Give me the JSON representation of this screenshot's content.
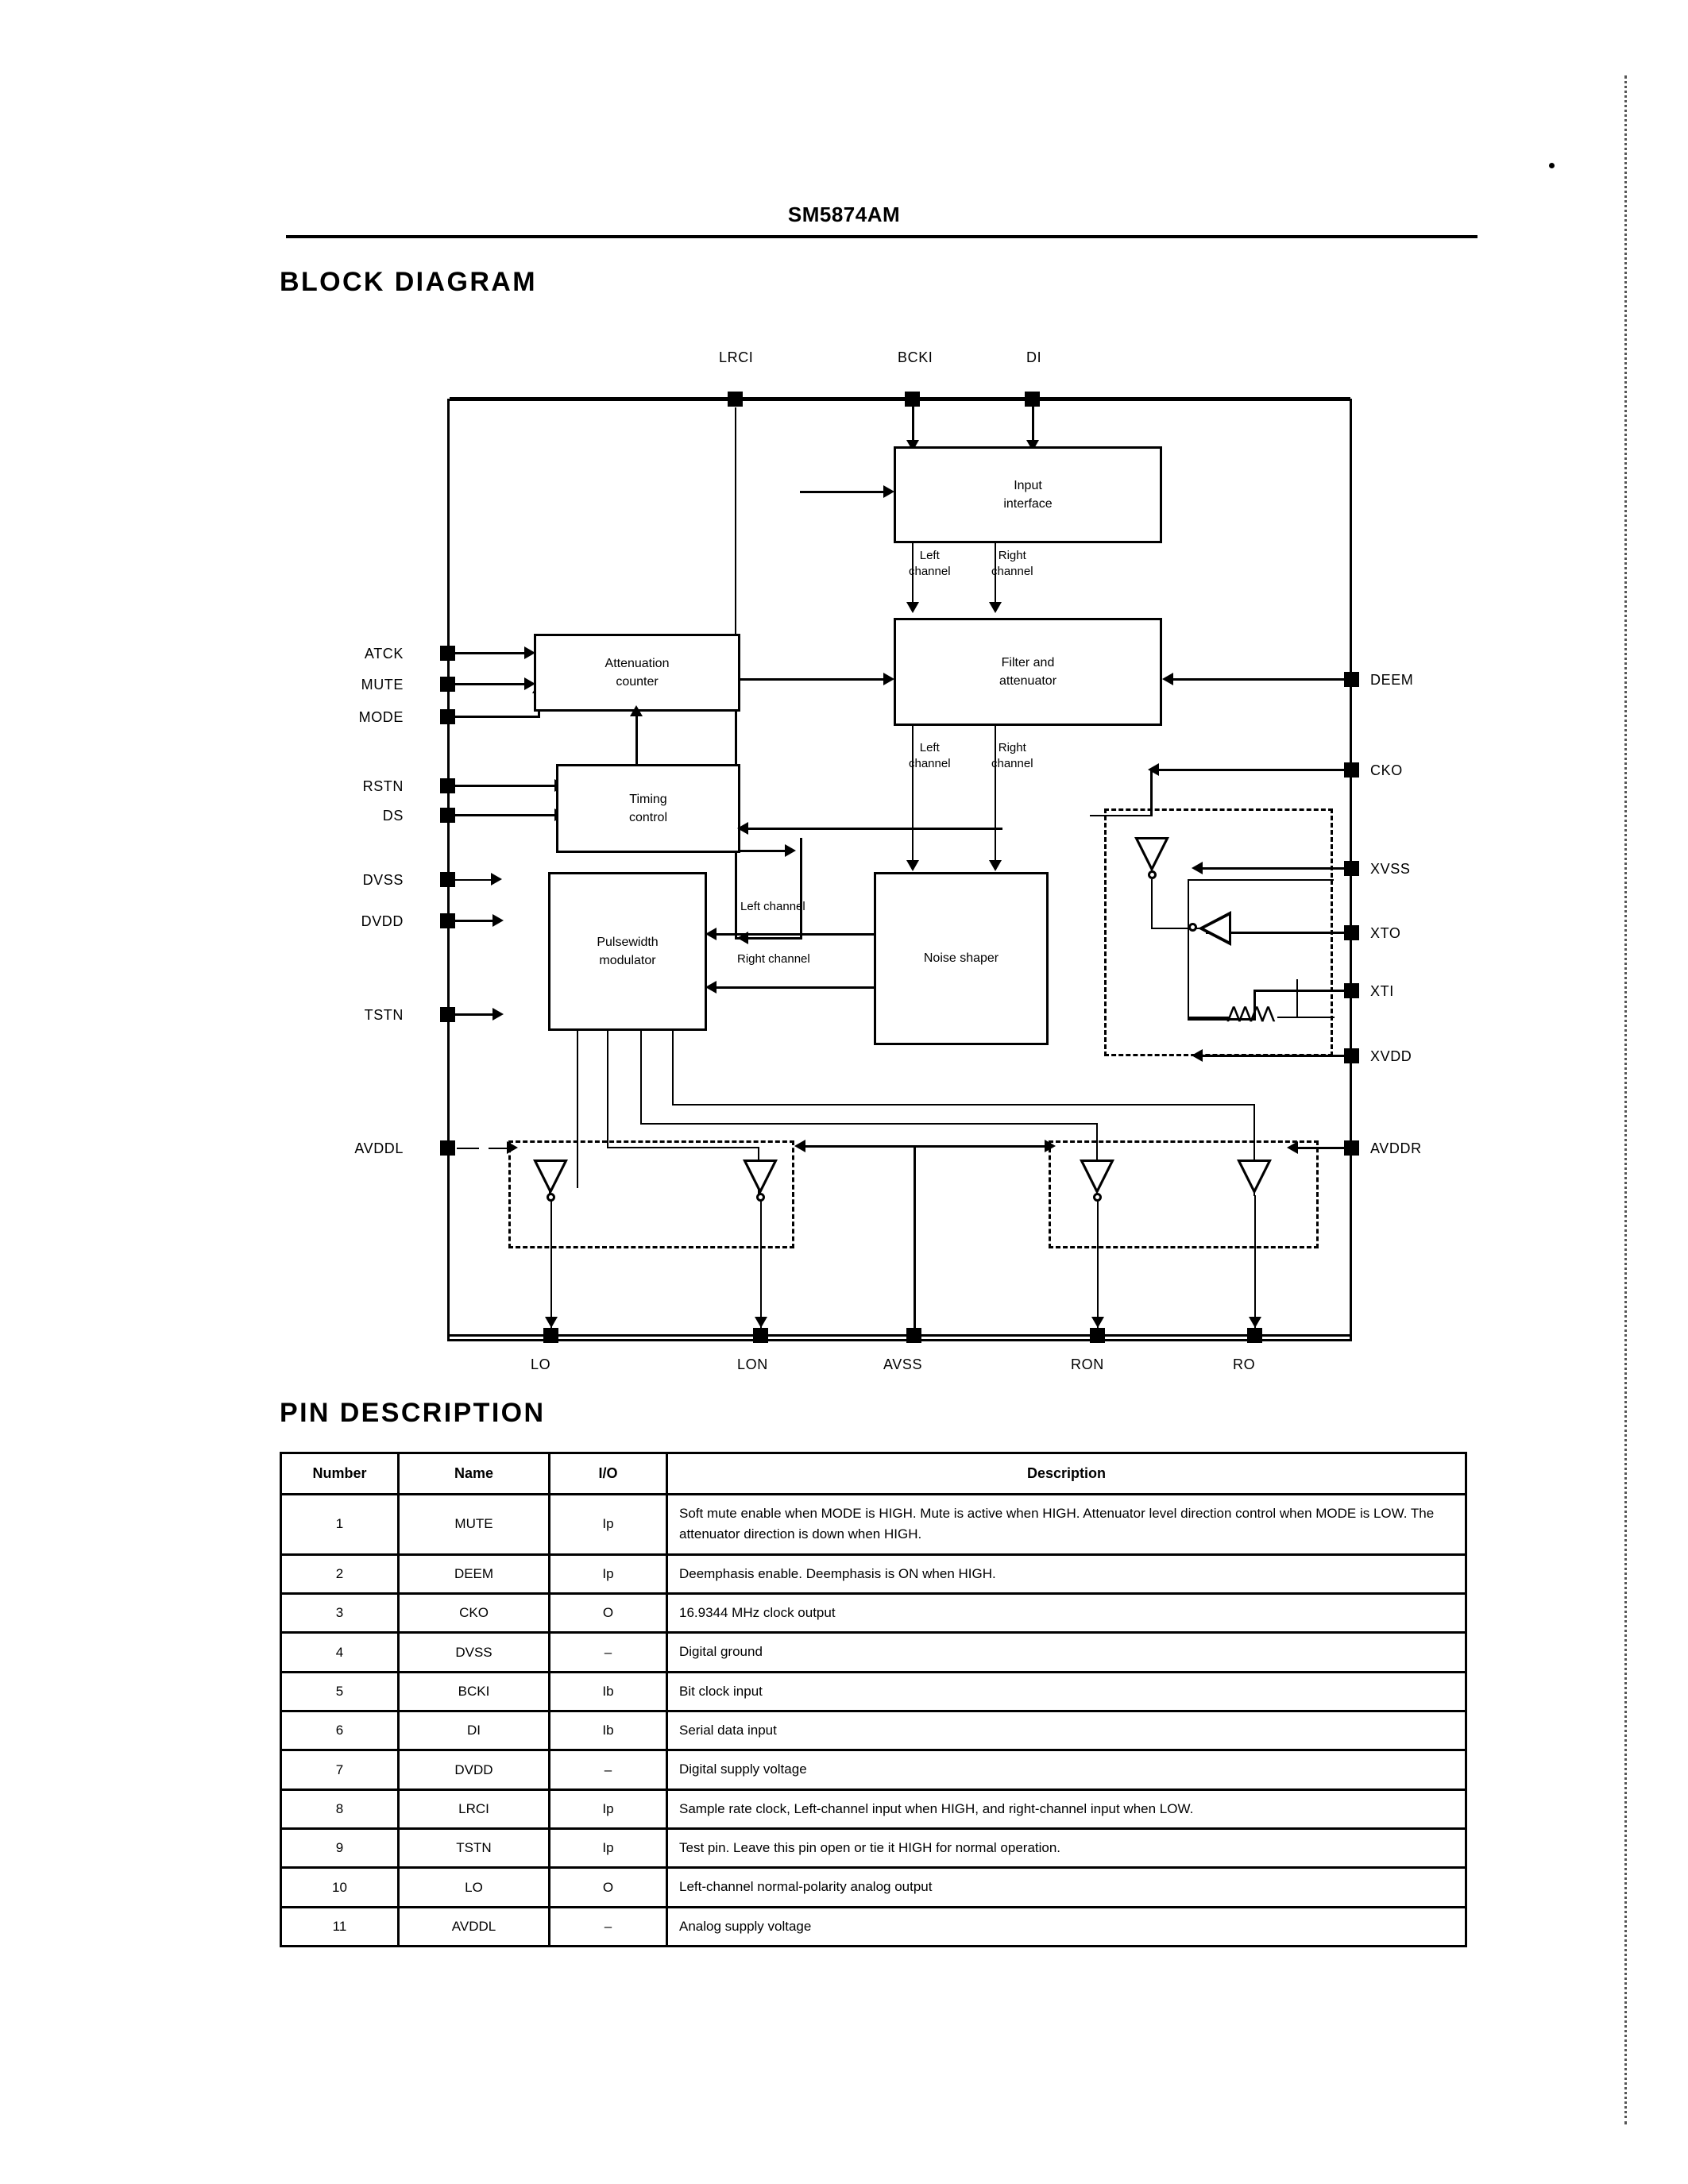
{
  "header": {
    "part_number": "SM5874AM"
  },
  "sections": {
    "block_diagram": "BLOCK DIAGRAM",
    "pin_description": "PIN DESCRIPTION"
  },
  "block_diagram": {
    "blocks": [
      {
        "id": "input-interface",
        "line1": "Input",
        "line2": "interface"
      },
      {
        "id": "attenuation-counter",
        "line1": "Attenuation",
        "line2": "counter"
      },
      {
        "id": "timing-control",
        "line1": "Timing",
        "line2": "control"
      },
      {
        "id": "filter-attenuator",
        "line1": "Filter and",
        "line2": "attenuator"
      },
      {
        "id": "pulsewidth-modulator",
        "line1": "Pulsewidth",
        "line2": "modulator"
      },
      {
        "id": "noise-shaper",
        "line1": "Noise shaper",
        "line2": ""
      }
    ],
    "pins_top": [
      "LRCI",
      "BCKI",
      "DI"
    ],
    "pins_left": [
      "ATCK",
      "MUTE",
      "MODE",
      "RSTN",
      "DS",
      "DVSS",
      "DVDD",
      "TSTN",
      "AVDDL"
    ],
    "pins_right": [
      "DEEM",
      "CKO",
      "XVSS",
      "XTO",
      "XTI",
      "XVDD",
      "AVDDR"
    ],
    "pins_bottom": [
      "LO",
      "LON",
      "AVSS",
      "RON",
      "RO"
    ],
    "wire_labels": {
      "left_channel": "Left",
      "right_channel": "Right",
      "channel": "channel",
      "left_channel_inline": "Left channel",
      "right_channel_inline": "Right channel"
    }
  },
  "pin_table": {
    "columns": [
      "Number",
      "Name",
      "I/O",
      "Description"
    ],
    "rows": [
      {
        "number": "1",
        "name": "MUTE",
        "io": "Ip",
        "description": "Soft mute enable when MODE is HIGH. Mute is active when HIGH. Attenuator level direction control when MODE is LOW. The attenuator direction is down when HIGH."
      },
      {
        "number": "2",
        "name": "DEEM",
        "io": "Ip",
        "description": "Deemphasis enable. Deemphasis is ON when HIGH."
      },
      {
        "number": "3",
        "name": "CKO",
        "io": "O",
        "description": "16.9344 MHz clock output"
      },
      {
        "number": "4",
        "name": "DVSS",
        "io": "–",
        "description": "Digital ground"
      },
      {
        "number": "5",
        "name": "BCKI",
        "io": "Ib",
        "description": "Bit clock input"
      },
      {
        "number": "6",
        "name": "DI",
        "io": "Ib",
        "description": "Serial data input"
      },
      {
        "number": "7",
        "name": "DVDD",
        "io": "–",
        "description": "Digital supply voltage"
      },
      {
        "number": "8",
        "name": "LRCI",
        "io": "Ip",
        "description": "Sample rate clock, Left-channel input when HIGH, and right-channel input when LOW."
      },
      {
        "number": "9",
        "name": "TSTN",
        "io": "Ip",
        "description": "Test pin. Leave this pin open or tie it HIGH for normal operation."
      },
      {
        "number": "10",
        "name": "LO",
        "io": "O",
        "description": "Left-channel normal-polarity analog output"
      },
      {
        "number": "11",
        "name": "AVDDL",
        "io": "–",
        "description": "Analog supply voltage"
      }
    ]
  }
}
